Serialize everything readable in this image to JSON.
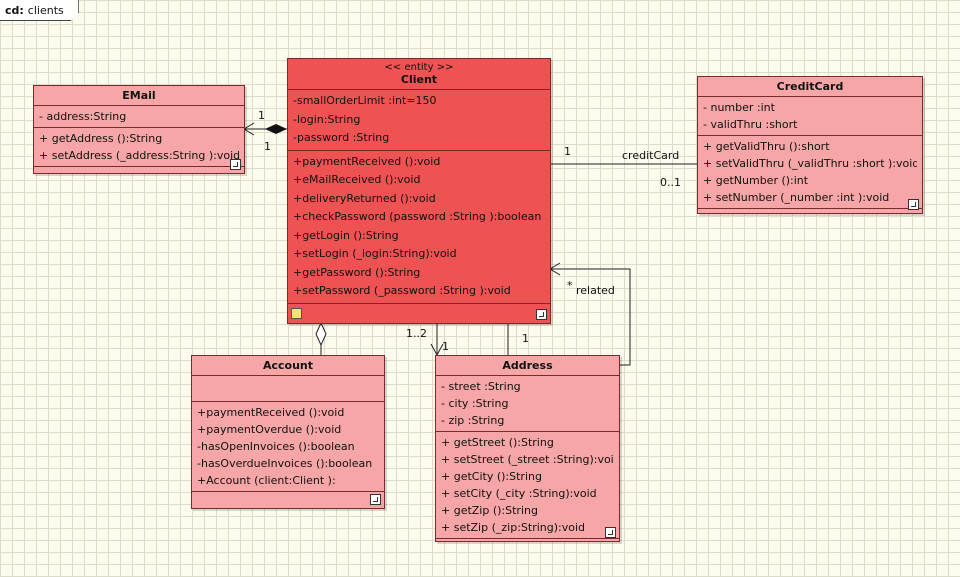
{
  "tab": {
    "prefix": "cd:",
    "name": "clients"
  },
  "classes": {
    "client": {
      "stereotype": "<< entity >>",
      "name": "Client",
      "attributes": [
        "-smallOrderLimit  :int=150",
        "-login:String",
        "-password :String"
      ],
      "operations": [
        "+paymentReceived  ():void",
        "+eMailReceived  ():void",
        "+deliveryReturned  ():void",
        "+checkPassword  (password :String ):boolean",
        "+getLogin ():String",
        "+setLogin (_login:String):void",
        "+getPassword  ():String",
        "+setPassword  (_password  :String ):void"
      ]
    },
    "email": {
      "name": "EMail",
      "attributes": [
        "- address:String"
      ],
      "operations": [
        "+ getAddress ():String",
        "+ setAddress (_address:String ):void"
      ]
    },
    "creditcard": {
      "name": "CreditCard",
      "attributes": [
        "- number :int",
        "- validThru  :short"
      ],
      "operations": [
        "+ getValidThru  ():short",
        "+ setValidThru  (_validThru  :short ):void",
        "+ getNumber ():int",
        "+ setNumber (_number :int ):void"
      ]
    },
    "account": {
      "name": "Account",
      "attributes": [],
      "operations": [
        "+paymentReceived  ():void",
        "+paymentOverdue  ():void",
        "-hasOpenInvoices  ():boolean",
        "-hasOverdueInvoices  ():boolean",
        "+Account (client:Client ):"
      ]
    },
    "address": {
      "name": "Address",
      "attributes": [
        "- street :String",
        "- city :String",
        "- zip :String"
      ],
      "operations": [
        "+ getStreet ():String",
        "+ setStreet (_street :String):void",
        "+ getCity ():String",
        "+ setCity (_city :String):void",
        "+ getZip ():String",
        "+ setZip (_zip:String):void"
      ]
    }
  },
  "labels": {
    "email_mult_top": "1",
    "email_mult_bottom": "1",
    "credit_mult_client": "1",
    "credit_role": "creditCard",
    "credit_mult_card": "0..1",
    "address_mult_a": "1..2",
    "address_mult_b": "1",
    "address_mult_c": "1",
    "related_mult": "*",
    "related_role": "related"
  }
}
